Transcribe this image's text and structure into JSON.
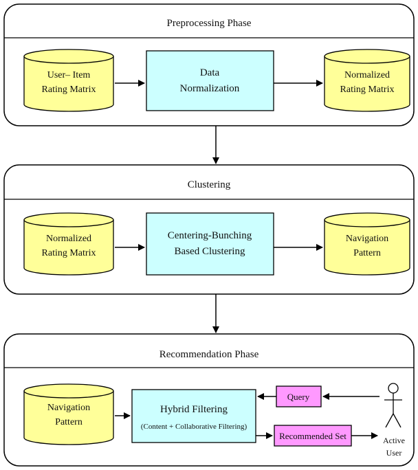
{
  "colors": {
    "cylinder": "#ffff99",
    "process": "#ccffff",
    "pink": "#ff99ff",
    "stroke": "#000000",
    "panel_bg": "#ffffff"
  },
  "preprocessing": {
    "title": "Preprocessing  Phase",
    "input_line1": "User– Item",
    "input_line2": "Rating Matrix",
    "process_line1": "Data",
    "process_line2": "Normalization",
    "output_line1": "Normalized",
    "output_line2": "Rating Matrix"
  },
  "clustering": {
    "title": "Clustering",
    "input_line1": "Normalized",
    "input_line2": "Rating Matrix",
    "process_line1": "Centering-Bunching",
    "process_line2": "Based Clustering",
    "output_line1": "Navigation",
    "output_line2": "Pattern"
  },
  "recommendation": {
    "title": "Recommendation Phase",
    "input_line1": "Navigation",
    "input_line2": "Pattern",
    "process_line1": "Hybrid Filtering",
    "process_line2": "(Content + Collaborative Filtering)",
    "query": "Query",
    "recommended": "Recommended Set",
    "actor_line1": "Active",
    "actor_line2": "User"
  }
}
